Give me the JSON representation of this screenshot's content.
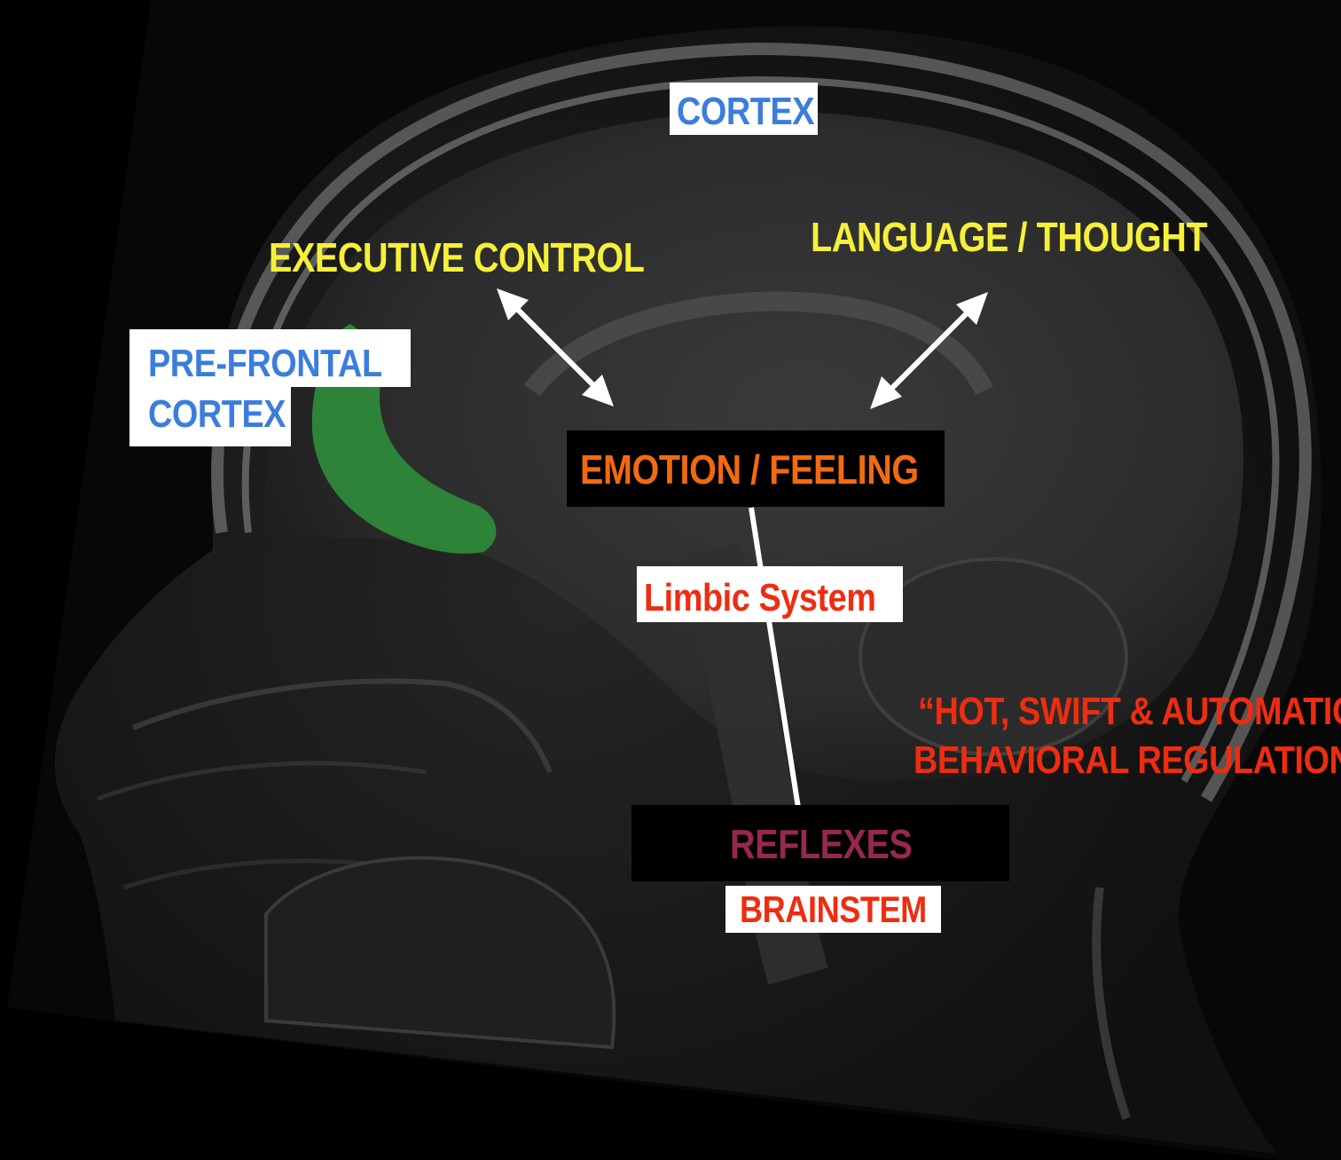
{
  "labels": {
    "cortex": "CORTEX",
    "executive_control": "EXECUTIVE CONTROL",
    "language_thought": "LANGUAGE / THOUGHT",
    "prefrontal_line1": "PRE-FRONTAL",
    "prefrontal_line2": "CORTEX",
    "emotion_feeling": "EMOTION / FEELING",
    "limbic_system": "Limbic System",
    "hot_swift_line1": "“HOT, SWIFT & AUTOMATIC",
    "hot_swift_line2": "BEHAVIORAL REGULATION",
    "reflexes": "REFLEXES",
    "brainstem": "BRAINSTEM"
  },
  "colors": {
    "blue_label": "#3b7ddd",
    "yellow_label": "#f5f03a",
    "orange_label": "#f26a10",
    "red_label": "#ee2d10",
    "reflex_label": "#96284f",
    "prefrontal_region": "#2e8b3a",
    "arrow": "#ffffff"
  }
}
